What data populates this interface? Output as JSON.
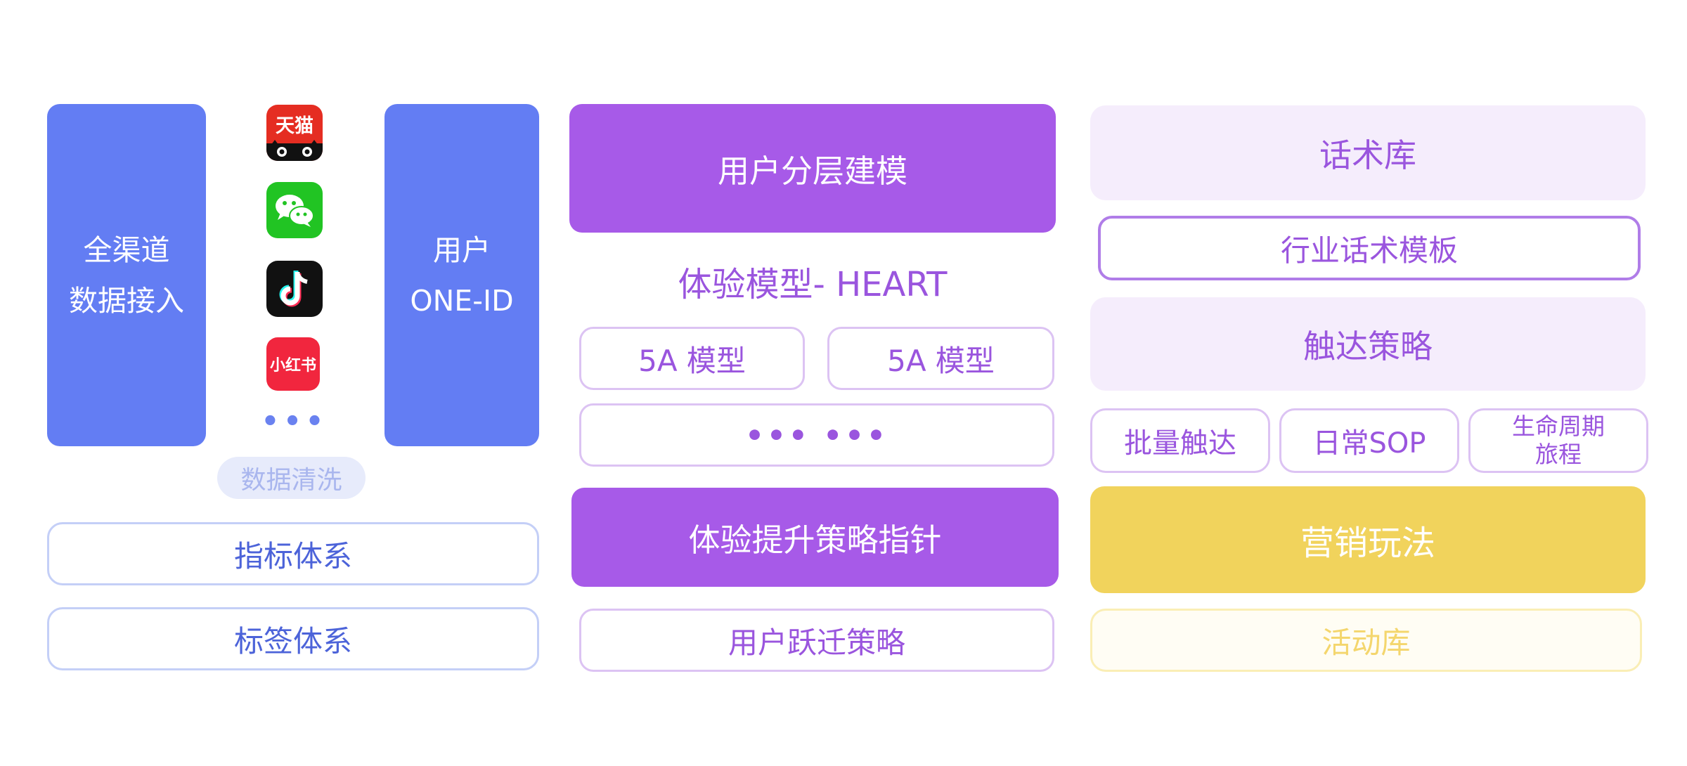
{
  "left": {
    "channel_block": [
      "全渠道",
      "数据接入"
    ],
    "apps": [
      {
        "name": "tmall-icon",
        "label": "天猫",
        "color": "#e52d22"
      },
      {
        "name": "wechat-icon",
        "label": "",
        "color": "#21c423"
      },
      {
        "name": "douyin-icon",
        "label": "",
        "color": "#111111"
      },
      {
        "name": "xiaohongshu-icon",
        "label": "小红书",
        "color": "#f1263e"
      }
    ],
    "apps_more": "•••",
    "user_block": [
      "用户",
      "ONE-ID"
    ],
    "data_cleaning": "数据清洗",
    "indicator_system": "指标体系",
    "tag_system": "标签体系"
  },
  "middle": {
    "user_layer_modeling": "用户分层建模",
    "experience_model": "体验模型- HEART",
    "model_a": "5A 模型",
    "model_b": "5A 模型",
    "more_models": "•••  •••",
    "experience_strategy": "体验提升策略指针",
    "user_migration": "用户跃迁策略"
  },
  "right": {
    "script_library": "话术库",
    "industry_template": "行业话术模板",
    "reach_strategy": "触达策略",
    "batch_reach": "批量触达",
    "daily_sop": "日常SOP",
    "lifecycle_journey": [
      "生命周期",
      "旅程"
    ],
    "marketing_play": "营销玩法",
    "activity_library": "活动库"
  },
  "colors": {
    "blue": "#637df3",
    "purple": "#a75ae8",
    "lavender": "#f5edfc",
    "yellow": "#f1d35c"
  }
}
